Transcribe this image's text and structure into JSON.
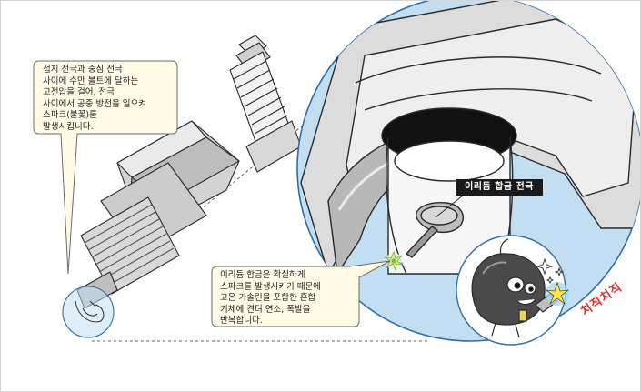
{
  "callouts": {
    "top": "접지 전극과 중심 전극\n사이에 수만 볼트에 달하는\n고전압을 걸어, 전극\n사이에서 공중 방전을 일으켜\n스파크(불꽃)를\n발생시킵니다.",
    "bottom": "이리듐 합금은 확실하게\n스파크를 발생시키기 때문에\n고온 가솔린을 포함한 혼합\n기체에 견뎌 연소, 폭발을\n반복합니다."
  },
  "labels": {
    "iridium_electrode": "이리듐 합금 전극",
    "sound_effect": "치직치직"
  },
  "colors": {
    "circle_fill": "#c3def1",
    "circle_stroke": "#2f6fa8",
    "metal_light": "#e6e6e6",
    "metal_mid": "#b9b9b9",
    "metal_dark": "#7f7f7f",
    "outline": "#2b2b2b",
    "sfx_red": "#e0302a",
    "spark_yellow": "#ffe34a",
    "spark_green": "#3fd36a"
  },
  "icons": [
    "spark-plug-illustration",
    "spark-flash-icon",
    "mascot-character-icon",
    "sparkle-icon"
  ]
}
